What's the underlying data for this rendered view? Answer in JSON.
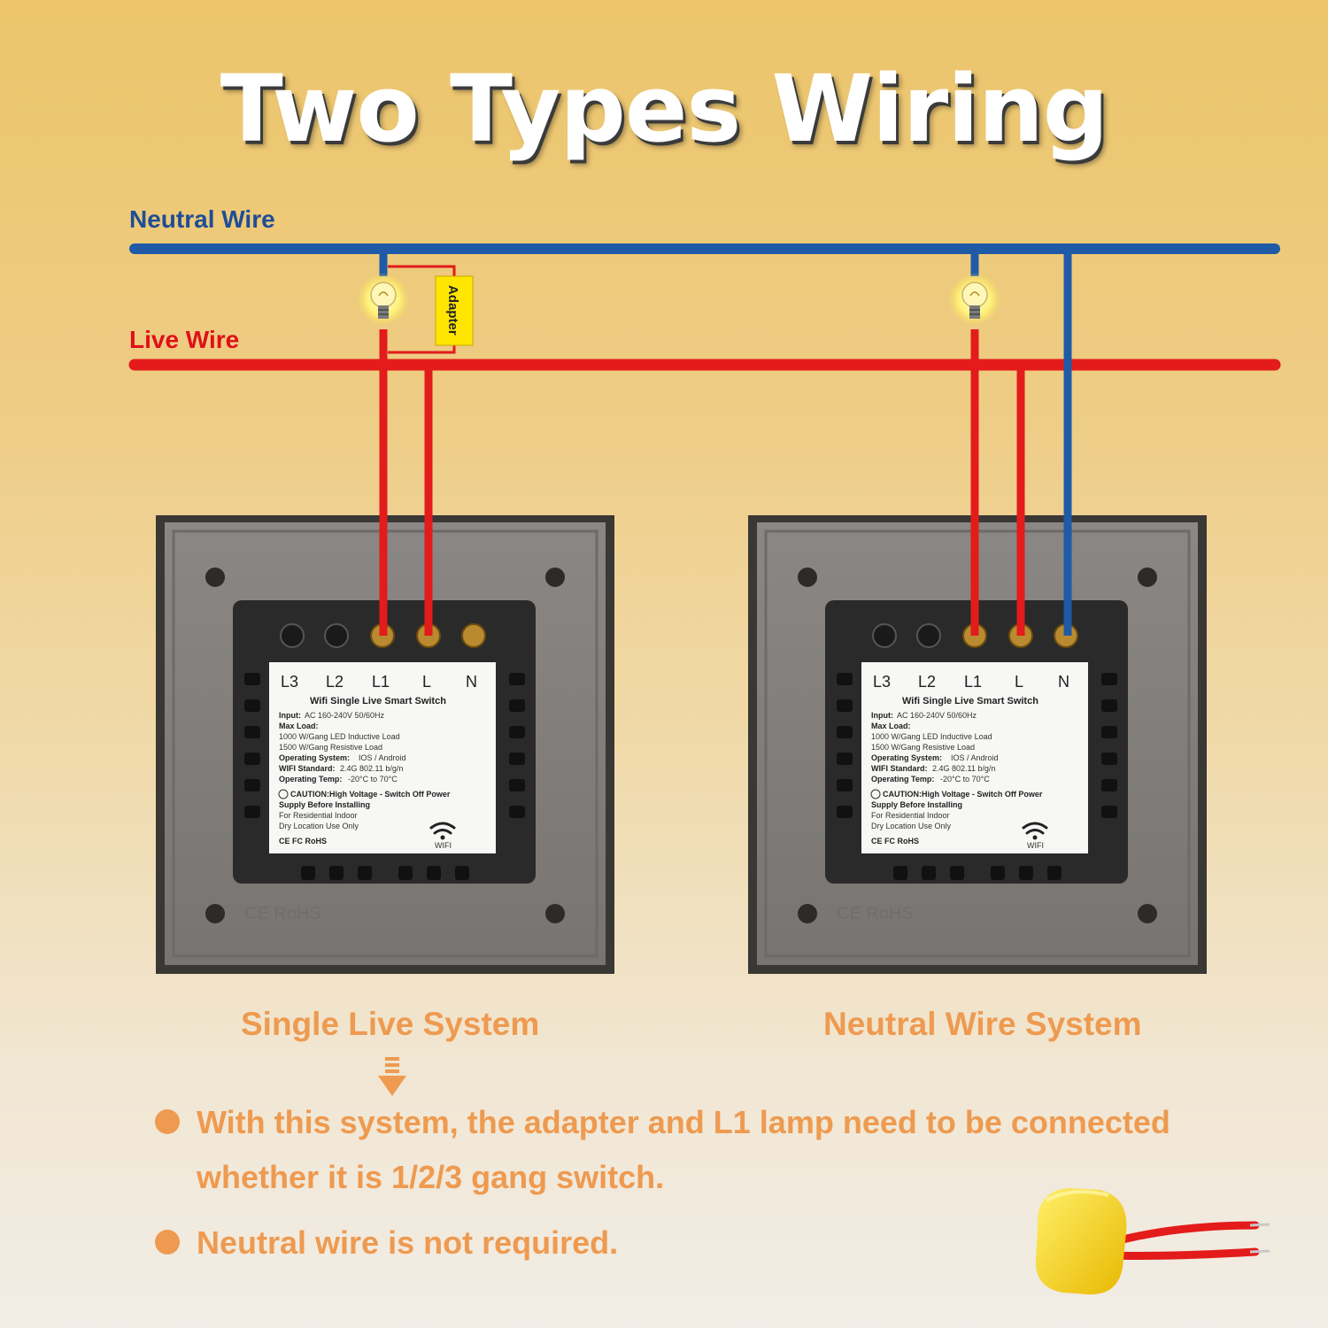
{
  "title": "Two Types Wiring",
  "wires": {
    "neutral_label": "Neutral Wire",
    "live_label": "Live Wire",
    "adapter_label": "Adapter",
    "neutral_color": "#1f5aa6",
    "live_color": "#e31b1b"
  },
  "switch_label": {
    "terminals": [
      "L3",
      "L2",
      "L1",
      "L",
      "N"
    ],
    "product": "Wifi Single Live Smart Switch",
    "input_key": "Input:",
    "input_val": "AC 160-240V 50/60Hz",
    "max_load_key": "Max Load:",
    "load1": "1000 W/Gang LED Inductive Load",
    "load2": "1500 W/Gang Resistive Load",
    "os_key": "Operating System:",
    "os_val": "IOS / Android",
    "wifi_key": "WIFI Standard:",
    "wifi_val": "2.4G 802.11 b/g/n",
    "temp_key": "Operating Temp:",
    "temp_val": "-20°C to 70°C",
    "caution1": "CAUTION:High Voltage - Switch Off  Power",
    "caution2": "Supply Before Installing",
    "residential": "For Residential Indoor",
    "dry": "Dry Location Use Only",
    "certs": "CE FC RoHS",
    "wifi": "WIFI",
    "embossed": "CE RoHS"
  },
  "captions": {
    "left": "Single Live System",
    "right": "Neutral Wire System"
  },
  "notes": [
    {
      "line1": "With this system, the adapter and L1 lamp need to be connected",
      "line2": "whether it is 1/2/3 gang switch."
    },
    {
      "line1": "Neutral wire is not required."
    }
  ],
  "colors": {
    "accent": "#ee9a50",
    "title": "#ffffff"
  },
  "icons": [
    "bulb-icon",
    "wifi-icon",
    "down-arrow-icon",
    "capacitor-adapter-image"
  ]
}
